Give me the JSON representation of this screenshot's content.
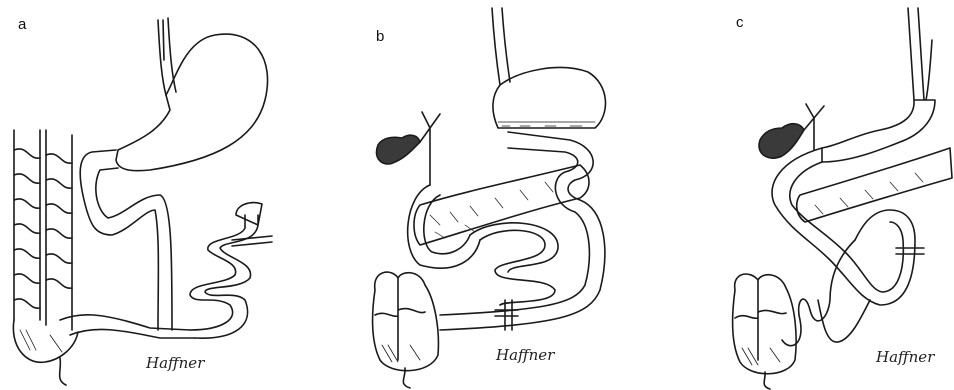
{
  "figure": {
    "panels": [
      {
        "label": "a",
        "signature": "Haffner"
      },
      {
        "label": "b",
        "signature": "Haffner"
      },
      {
        "label": "c",
        "signature": "Haffner"
      }
    ],
    "colors": {
      "ink": "#1a1a1a",
      "paper": "#ffffff",
      "organ_dark": "#3a3a3a"
    }
  }
}
